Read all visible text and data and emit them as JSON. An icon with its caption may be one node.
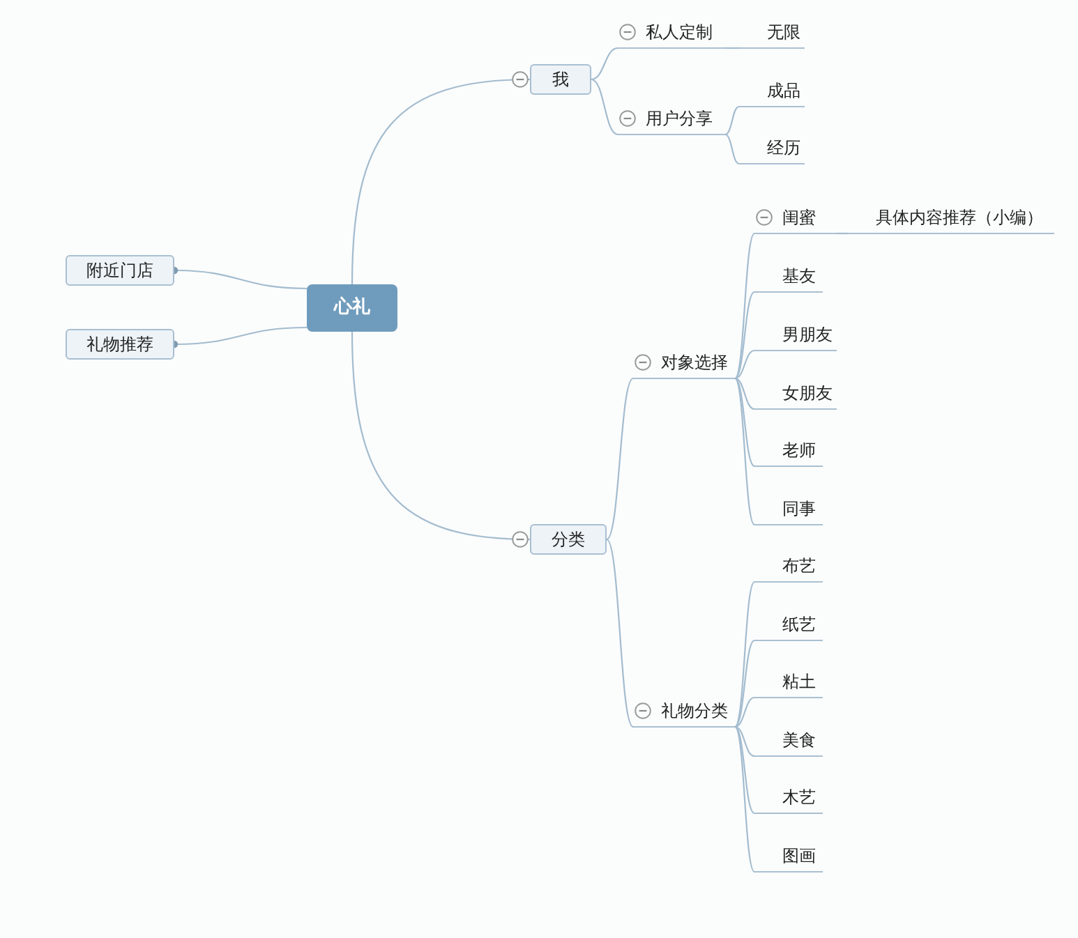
{
  "diagram": {
    "nodes": [
      {
        "text": [
          "心礼"
        ]
      },
      {
        "text": [
          "附近门店"
        ]
      },
      {
        "text": [
          "礼物推荐"
        ]
      },
      {
        "text": [
          "我"
        ]
      },
      {
        "text": [
          "私人定制"
        ]
      },
      {
        "text": [
          "无限"
        ]
      },
      {
        "text": [
          "用户分享"
        ]
      },
      {
        "text": [
          "成品"
        ]
      },
      {
        "text": [
          "经历"
        ]
      },
      {
        "text": [
          "分类"
        ]
      },
      {
        "text": [
          "对象选择"
        ]
      },
      {
        "text": [
          "闺蜜"
        ]
      },
      {
        "text": [
          "具体内容推荐（小编）"
        ]
      },
      {
        "text": [
          "基友"
        ]
      },
      {
        "text": [
          "男朋友"
        ]
      },
      {
        "text": [
          "女朋友"
        ]
      },
      {
        "text": [
          "老师"
        ]
      },
      {
        "text": [
          "同事"
        ]
      },
      {
        "text": [
          "礼物分类"
        ]
      },
      {
        "text": [
          "布艺"
        ]
      },
      {
        "text": [
          "纸艺"
        ]
      },
      {
        "text": [
          "粘土"
        ]
      },
      {
        "text": [
          "美食"
        ]
      },
      {
        "text": [
          "木艺"
        ]
      },
      {
        "text": [
          "图画"
        ]
      }
    ],
    "edges": [
      {
        "from": 0,
        "to": 1,
        "arrow": "other"
      },
      {
        "from": 0,
        "to": 2,
        "arrow": "other"
      },
      {
        "from": 0,
        "to": 3,
        "arrow": "none"
      },
      {
        "from": 3,
        "to": 4,
        "arrow": "none"
      },
      {
        "from": 4,
        "to": 5,
        "arrow": "none"
      },
      {
        "from": 3,
        "to": 6,
        "arrow": "none"
      },
      {
        "from": 6,
        "to": 7,
        "arrow": "none"
      },
      {
        "from": 6,
        "to": 8,
        "arrow": "none"
      },
      {
        "from": 0,
        "to": 9,
        "arrow": "none"
      },
      {
        "from": 9,
        "to": 10,
        "arrow": "none"
      },
      {
        "from": 10,
        "to": 11,
        "arrow": "none"
      },
      {
        "from": 11,
        "to": 12,
        "arrow": "none"
      },
      {
        "from": 10,
        "to": 13,
        "arrow": "none"
      },
      {
        "from": 10,
        "to": 14,
        "arrow": "none"
      },
      {
        "from": 10,
        "to": 15,
        "arrow": "none"
      },
      {
        "from": 10,
        "to": 16,
        "arrow": "none"
      },
      {
        "from": 10,
        "to": 17,
        "arrow": "none"
      },
      {
        "from": 9,
        "to": 18,
        "arrow": "none"
      },
      {
        "from": 18,
        "to": 19,
        "arrow": "none"
      },
      {
        "from": 18,
        "to": 20,
        "arrow": "none"
      },
      {
        "from": 18,
        "to": 21,
        "arrow": "none"
      },
      {
        "from": 18,
        "to": 22,
        "arrow": "none"
      },
      {
        "from": 18,
        "to": 23,
        "arrow": "none"
      },
      {
        "from": 18,
        "to": 24,
        "arrow": "none"
      }
    ]
  }
}
